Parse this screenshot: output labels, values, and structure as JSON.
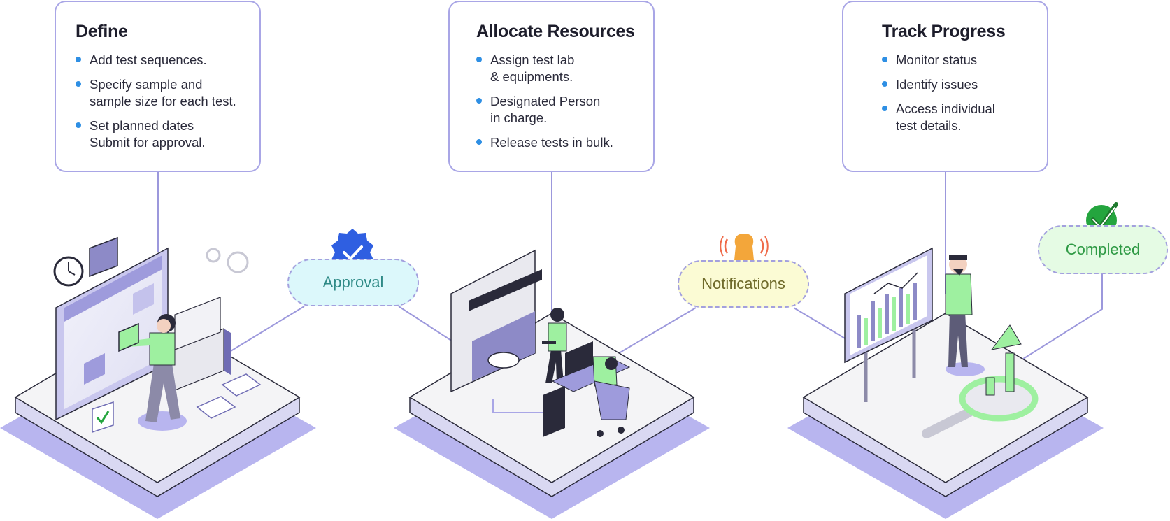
{
  "steps": [
    {
      "title": "Define",
      "bullets": [
        "Add test sequences.",
        "Specify sample and\nsample size for each test.",
        "Set planned dates\nSubmit for approval."
      ]
    },
    {
      "title": "Allocate Resources",
      "bullets": [
        "Assign test lab\n& equipments.",
        "Designated Person\nin charge.",
        "Release tests in bulk."
      ]
    },
    {
      "title": "Track Progress",
      "bullets": [
        "Monitor status",
        "Identify issues",
        "Access individual\ntest details."
      ]
    }
  ],
  "stages": [
    {
      "label": "Approval",
      "fill": "#dcf8fb",
      "text": "#2e8a86",
      "icon": "verified-badge-icon",
      "icon_color": "#2f5fe1"
    },
    {
      "label": "Notifications",
      "fill": "#fbfbd4",
      "text": "#6f6a2a",
      "icon": "bell-icon",
      "icon_color": "#f3a63a"
    },
    {
      "label": "Completed",
      "fill": "#e5fbe4",
      "text": "#2f9a45",
      "icon": "check-icon",
      "icon_color": "#24a53e"
    }
  ],
  "colors": {
    "card_border": "#a9a6e6",
    "bullet": "#2e8fe4",
    "connector": "#9c98dc",
    "platform_top": "#f4f4f6",
    "platform_side": "#b8b5ef",
    "figure_accent": "#9ef0a0"
  }
}
